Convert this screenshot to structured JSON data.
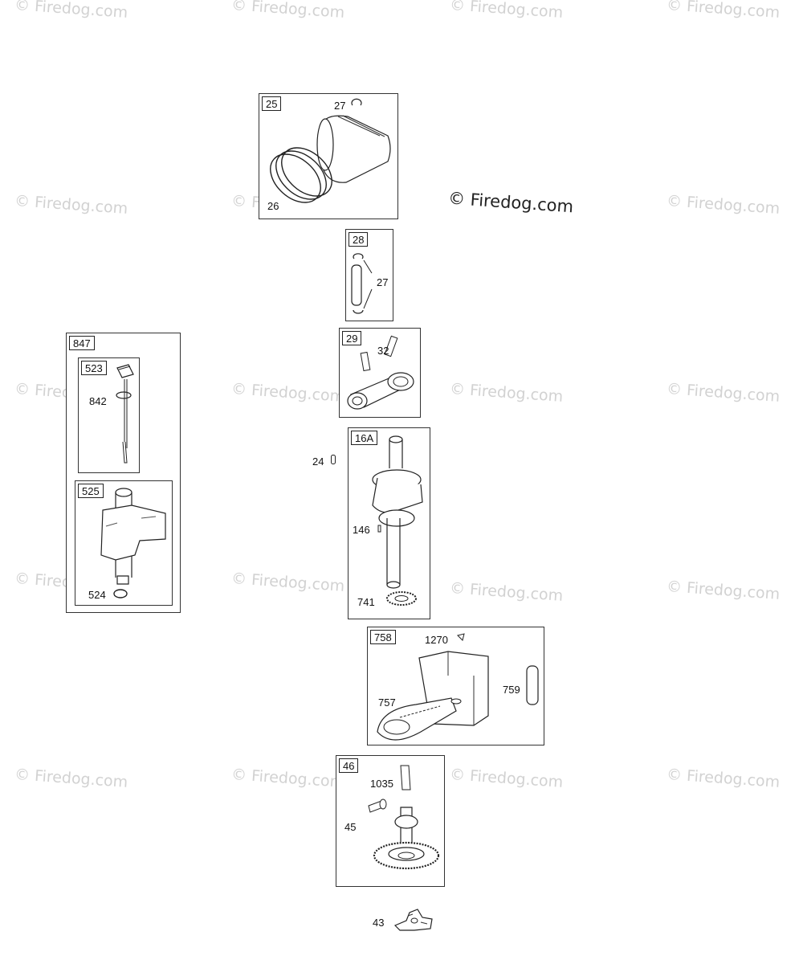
{
  "watermark_text": "© Firedog.com",
  "watermark_main": "© Firedog.com",
  "panels": {
    "p25": {
      "tag": "25",
      "labels": {
        "a": "27",
        "b": "26"
      }
    },
    "p28": {
      "tag": "28",
      "labels": {
        "a": "27"
      }
    },
    "p29": {
      "tag": "29",
      "labels": {
        "a": "32"
      }
    },
    "p847": {
      "tag": "847"
    },
    "p523": {
      "tag": "523",
      "labels": {
        "a": "842"
      }
    },
    "p525": {
      "tag": "525",
      "labels": {
        "a": "524"
      }
    },
    "p16a": {
      "tag": "16A",
      "labels": {
        "a": "146",
        "b": "741"
      }
    },
    "p758": {
      "tag": "758",
      "labels": {
        "a": "1270",
        "b": "757",
        "c": "759"
      }
    },
    "p46": {
      "tag": "46",
      "labels": {
        "a": "1035",
        "b": "45"
      }
    }
  },
  "loose_labels": {
    "l24": "24",
    "l43": "43"
  }
}
